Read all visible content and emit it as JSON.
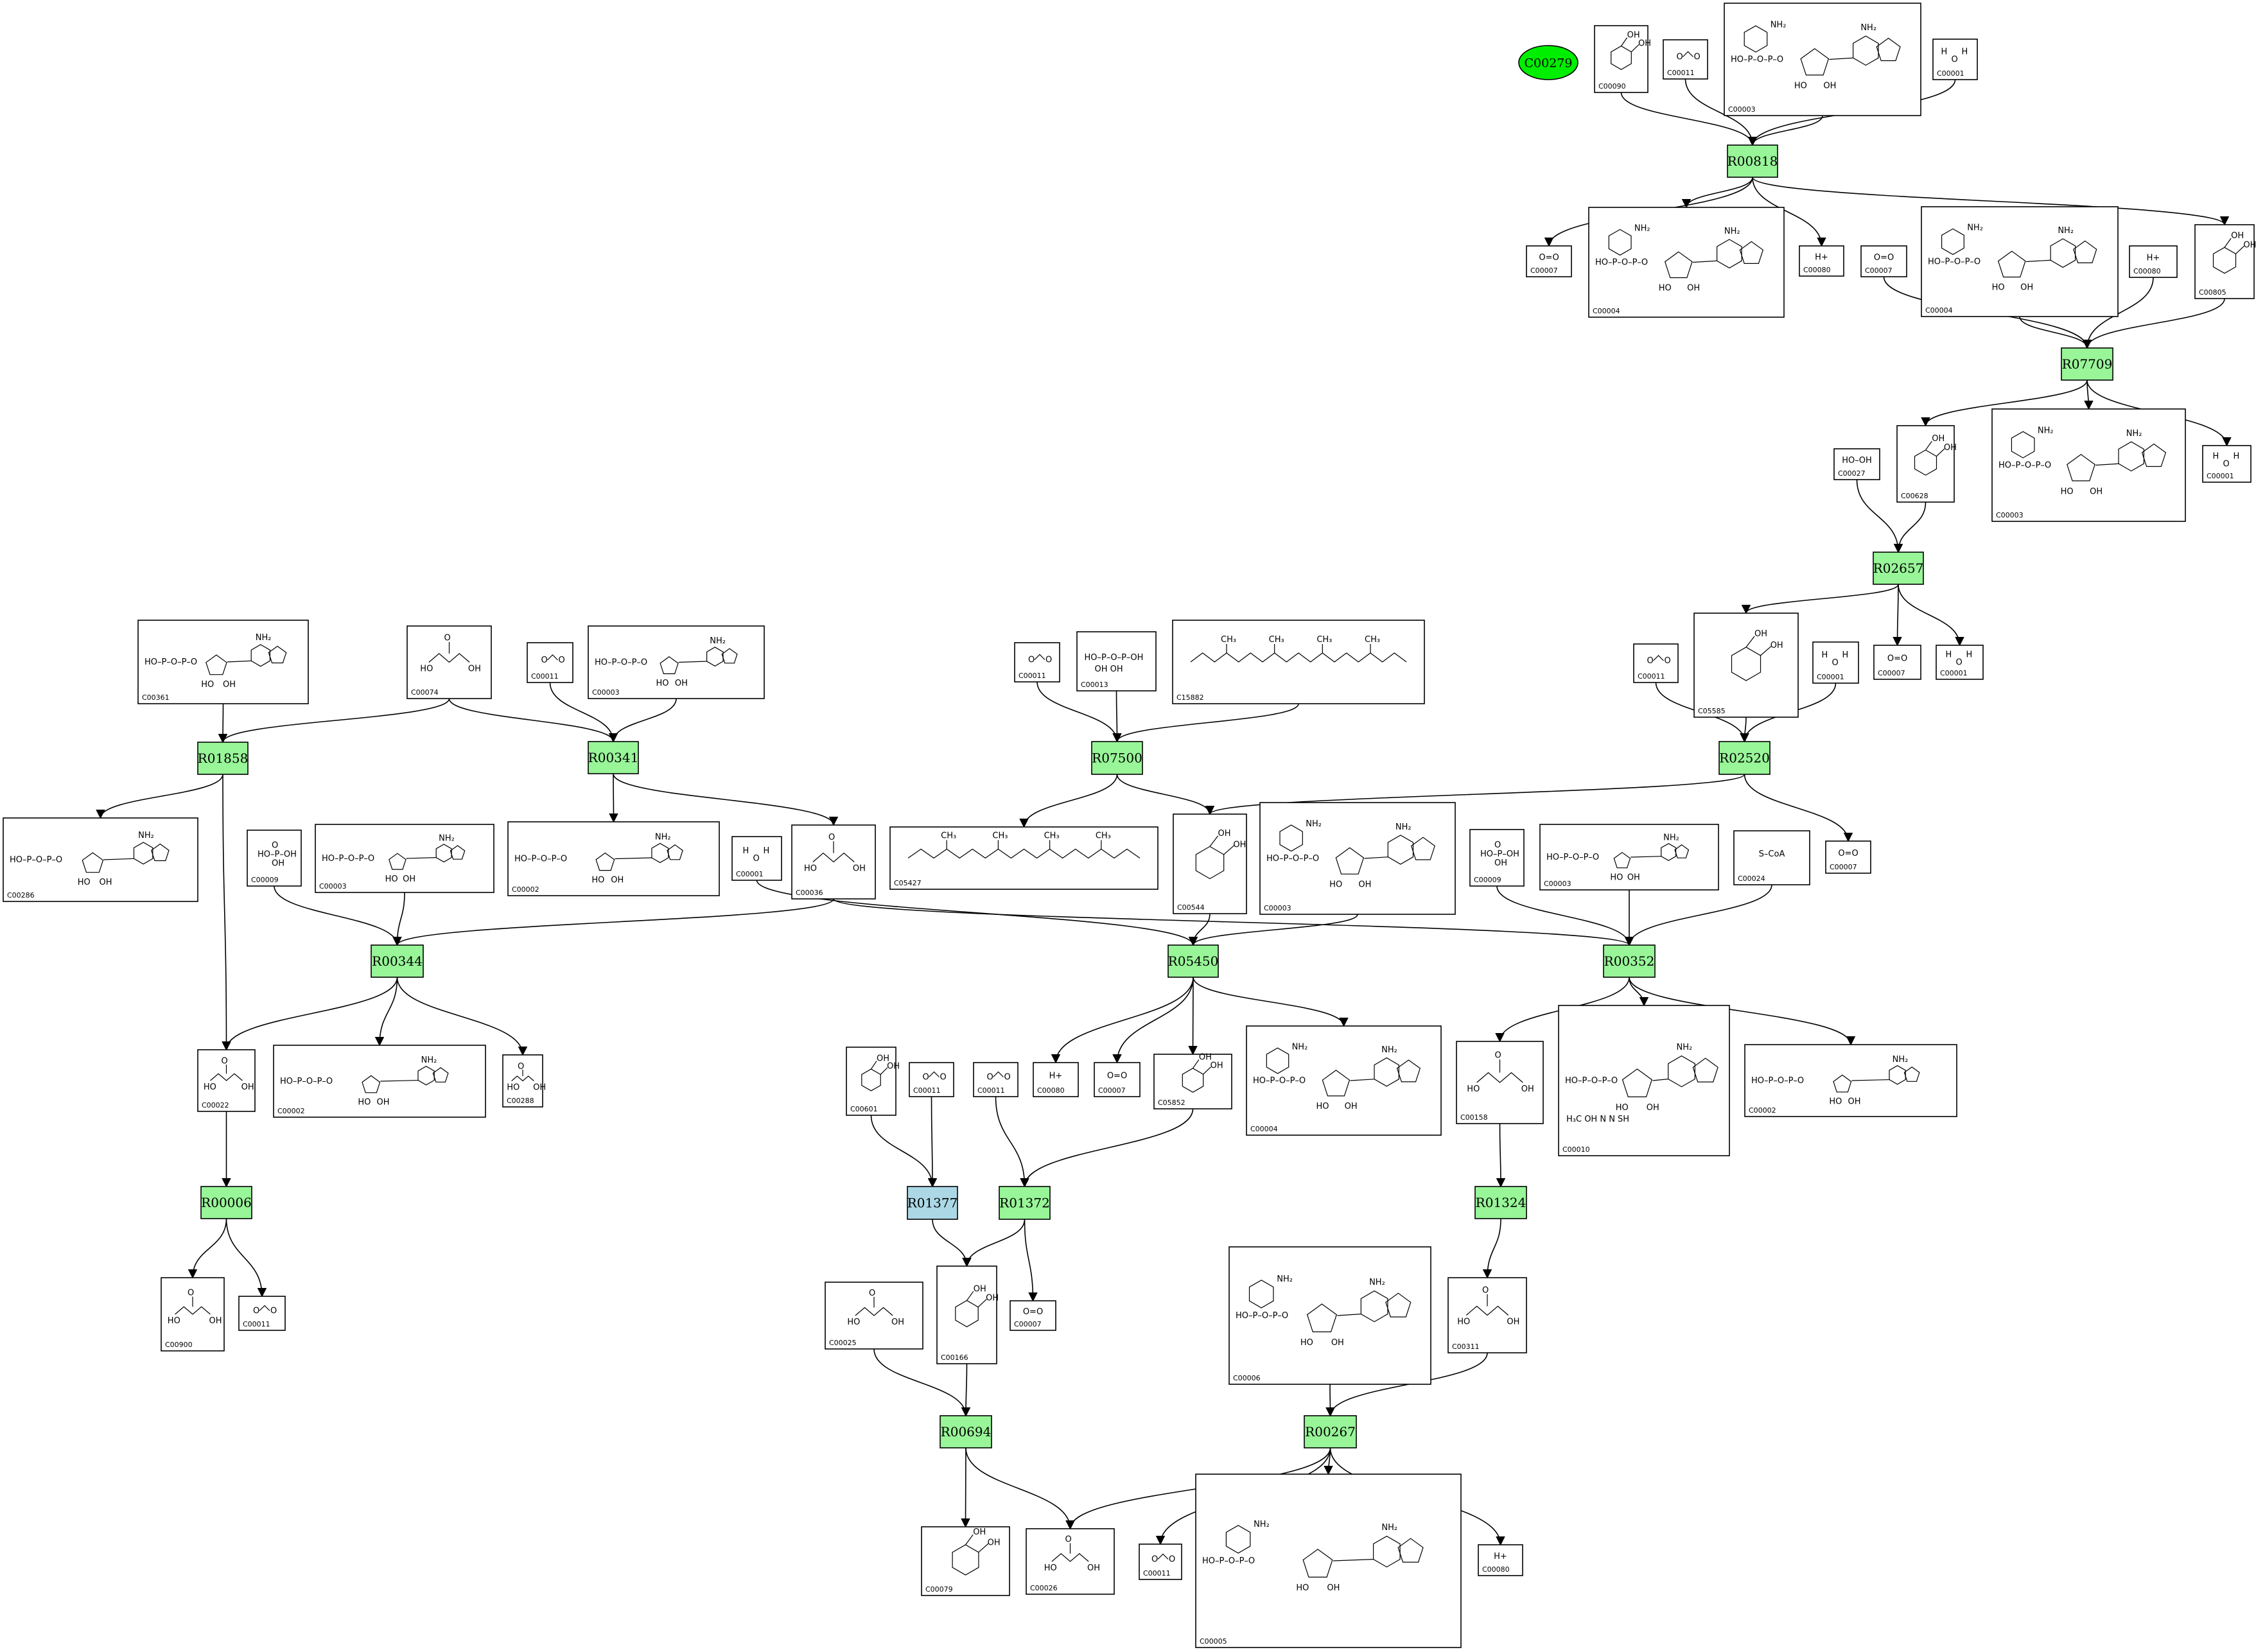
{
  "colors": {
    "reaction": "#98f598",
    "reaction_alt": "#acd8e6",
    "compound_highlight": "#00ee00",
    "stroke": "#000000"
  },
  "highlight": {
    "id": "hl",
    "label": "C00279"
  },
  "reactions": [
    {
      "id": "R00818",
      "label": "R00818",
      "color": "green"
    },
    {
      "id": "R07709",
      "label": "R07709",
      "color": "green"
    },
    {
      "id": "R02657",
      "label": "R02657",
      "color": "green"
    },
    {
      "id": "R02520",
      "label": "R02520",
      "color": "green"
    },
    {
      "id": "R01858",
      "label": "R01858",
      "color": "green"
    },
    {
      "id": "R00341",
      "label": "R00341",
      "color": "green"
    },
    {
      "id": "R07500",
      "label": "R07500",
      "color": "green"
    },
    {
      "id": "R00344",
      "label": "R00344",
      "color": "green"
    },
    {
      "id": "R05450",
      "label": "R05450",
      "color": "green"
    },
    {
      "id": "R00352",
      "label": "R00352",
      "color": "green"
    },
    {
      "id": "R00006",
      "label": "R00006",
      "color": "green"
    },
    {
      "id": "R01377",
      "label": "R01377",
      "color": "blue"
    },
    {
      "id": "R01372",
      "label": "R01372",
      "color": "green"
    },
    {
      "id": "R01324",
      "label": "R01324",
      "color": "green"
    },
    {
      "id": "R00694",
      "label": "R00694",
      "color": "green"
    },
    {
      "id": "R00267",
      "label": "R00267",
      "color": "green"
    }
  ],
  "compounds": [
    {
      "id": "a1",
      "label": "C00090",
      "struct": "catechol",
      "formula": ""
    },
    {
      "id": "a2",
      "label": "C00011",
      "struct": "co2",
      "formula": ""
    },
    {
      "id": "a3",
      "label": "C00003",
      "struct": "nad",
      "formula": ""
    },
    {
      "id": "a4",
      "label": "C00001",
      "struct": "water",
      "formula": ""
    },
    {
      "id": "b1",
      "label": "C00007",
      "struct": "text",
      "formula": "O=O"
    },
    {
      "id": "b2",
      "label": "C00004",
      "struct": "nad",
      "formula": ""
    },
    {
      "id": "b3",
      "label": "C00080",
      "struct": "text",
      "formula": "H+"
    },
    {
      "id": "b4",
      "label": "C00007",
      "struct": "text",
      "formula": "O=O"
    },
    {
      "id": "b5",
      "label": "C00004",
      "struct": "nad",
      "formula": ""
    },
    {
      "id": "b6",
      "label": "C00080",
      "struct": "text",
      "formula": "H+"
    },
    {
      "id": "b7",
      "label": "C00805",
      "struct": "aromatic",
      "formula": ""
    },
    {
      "id": "c1",
      "label": "C00027",
      "struct": "text",
      "formula": "HO–OH"
    },
    {
      "id": "c2",
      "label": "C00628",
      "struct": "aromatic",
      "formula": ""
    },
    {
      "id": "c3",
      "label": "C00003",
      "struct": "nad",
      "formula": ""
    },
    {
      "id": "c4",
      "label": "C00001",
      "struct": "water",
      "formula": ""
    },
    {
      "id": "d1",
      "label": "C00361",
      "struct": "nucleotide",
      "formula": ""
    },
    {
      "id": "d2",
      "label": "C00074",
      "struct": "pep",
      "formula": ""
    },
    {
      "id": "d3",
      "label": "C00011",
      "struct": "co2",
      "formula": ""
    },
    {
      "id": "d4",
      "label": "C00003",
      "struct": "nucleotide",
      "formula": ""
    },
    {
      "id": "d5",
      "label": "C00011",
      "struct": "co2",
      "formula": ""
    },
    {
      "id": "d6",
      "label": "C00013",
      "struct": "pp",
      "formula": ""
    },
    {
      "id": "d7",
      "label": "C15882",
      "struct": "chain",
      "formula": ""
    },
    {
      "id": "e1",
      "label": "C05585",
      "struct": "aromatic",
      "formula": ""
    },
    {
      "id": "e2",
      "label": "C00007",
      "struct": "text",
      "formula": "O=O"
    },
    {
      "id": "e3",
      "label": "C00001",
      "struct": "water",
      "formula": ""
    },
    {
      "id": "f1",
      "label": "C00011",
      "struct": "co2",
      "formula": ""
    },
    {
      "id": "f2",
      "label": "C00001",
      "struct": "water",
      "formula": ""
    },
    {
      "id": "g1",
      "label": "C00286",
      "struct": "nucleotide",
      "formula": ""
    },
    {
      "id": "g2",
      "label": "C00009",
      "struct": "phosphate",
      "formula": ""
    },
    {
      "id": "g3",
      "label": "C00003",
      "struct": "nucleotide",
      "formula": ""
    },
    {
      "id": "g4",
      "label": "C00002",
      "struct": "nucleotide",
      "formula": ""
    },
    {
      "id": "g5",
      "label": "C00001",
      "struct": "water",
      "formula": ""
    },
    {
      "id": "g6",
      "label": "C00036",
      "struct": "small",
      "formula": ""
    },
    {
      "id": "g7",
      "label": "C05427",
      "struct": "chain",
      "formula": ""
    },
    {
      "id": "g8",
      "label": "C00544",
      "struct": "aromatic",
      "formula": ""
    },
    {
      "id": "g9",
      "label": "C00003",
      "struct": "nad",
      "formula": ""
    },
    {
      "id": "g10",
      "label": "C00009",
      "struct": "phosphate",
      "formula": ""
    },
    {
      "id": "g11",
      "label": "C00003",
      "struct": "nucleotide",
      "formula": ""
    },
    {
      "id": "g12",
      "label": "C00024",
      "struct": "text",
      "formula": "S–CoA"
    },
    {
      "id": "g13",
      "label": "C00007",
      "struct": "text",
      "formula": "O=O"
    },
    {
      "id": "h1",
      "label": "C00022",
      "struct": "small",
      "formula": ""
    },
    {
      "id": "h2",
      "label": "C00002",
      "struct": "nucleotide",
      "formula": ""
    },
    {
      "id": "h3",
      "label": "C00288",
      "struct": "small",
      "formula": ""
    },
    {
      "id": "h4",
      "label": "C00080",
      "struct": "text",
      "formula": "H+"
    },
    {
      "id": "h5",
      "label": "C00007",
      "struct": "text",
      "formula": "O=O"
    },
    {
      "id": "h6",
      "label": "C05852",
      "struct": "aromatic",
      "formula": ""
    },
    {
      "id": "h7",
      "label": "C00004",
      "struct": "nad",
      "formula": ""
    },
    {
      "id": "h8",
      "label": "C00158",
      "struct": "small",
      "formula": ""
    },
    {
      "id": "h9",
      "label": "C00010",
      "struct": "coa",
      "formula": ""
    },
    {
      "id": "h10",
      "label": "C00002",
      "struct": "nucleotide",
      "formula": ""
    },
    {
      "id": "i1",
      "label": "C00601",
      "struct": "aromatic",
      "formula": ""
    },
    {
      "id": "i2",
      "label": "C00011",
      "struct": "co2",
      "formula": ""
    },
    {
      "id": "i3",
      "label": "C00011",
      "struct": "co2",
      "formula": ""
    },
    {
      "id": "j1",
      "label": "C00900",
      "struct": "small",
      "formula": ""
    },
    {
      "id": "j2",
      "label": "C00011",
      "struct": "co2",
      "formula": ""
    },
    {
      "id": "j3",
      "label": "C00025",
      "struct": "small",
      "formula": ""
    },
    {
      "id": "j4",
      "label": "C00166",
      "struct": "aromatic",
      "formula": ""
    },
    {
      "id": "j5",
      "label": "C00007",
      "struct": "text",
      "formula": "O=O"
    },
    {
      "id": "j6",
      "label": "C00006",
      "struct": "nad",
      "formula": ""
    },
    {
      "id": "j7",
      "label": "C00311",
      "struct": "small",
      "formula": ""
    },
    {
      "id": "k1",
      "label": "C00079",
      "struct": "aromatic",
      "formula": ""
    },
    {
      "id": "k2",
      "label": "C00026",
      "struct": "small",
      "formula": ""
    },
    {
      "id": "k3",
      "label": "C00011",
      "struct": "co2",
      "formula": ""
    },
    {
      "id": "k4",
      "label": "C00005",
      "struct": "nad",
      "formula": ""
    },
    {
      "id": "k5",
      "label": "C00080",
      "struct": "text",
      "formula": "H+"
    }
  ],
  "edges": [
    [
      "a1",
      "R00818"
    ],
    [
      "a2",
      "R00818"
    ],
    [
      "a3",
      "R00818"
    ],
    [
      "a4",
      "R00818"
    ],
    [
      "R00818",
      "b1"
    ],
    [
      "R00818",
      "b2"
    ],
    [
      "R00818",
      "b3"
    ],
    [
      "R00818",
      "b7"
    ],
    [
      "b4",
      "R07709"
    ],
    [
      "b5",
      "R07709"
    ],
    [
      "b6",
      "R07709"
    ],
    [
      "b7",
      "R07709"
    ],
    [
      "R07709",
      "c2"
    ],
    [
      "R07709",
      "c3"
    ],
    [
      "R07709",
      "c4"
    ],
    [
      "c1",
      "R02657"
    ],
    [
      "c2",
      "R02657"
    ],
    [
      "R02657",
      "e1"
    ],
    [
      "R02657",
      "e2"
    ],
    [
      "R02657",
      "e3"
    ],
    [
      "f1",
      "R02520"
    ],
    [
      "e1",
      "R02520"
    ],
    [
      "f2",
      "R02520"
    ],
    [
      "R02520",
      "g8"
    ],
    [
      "R02520",
      "g13"
    ],
    [
      "d1",
      "R01858"
    ],
    [
      "d2",
      "R01858"
    ],
    [
      "R01858",
      "g1"
    ],
    [
      "R01858",
      "h1"
    ],
    [
      "d2",
      "R00341"
    ],
    [
      "d3",
      "R00341"
    ],
    [
      "d4",
      "R00341"
    ],
    [
      "R00341",
      "g4"
    ],
    [
      "R00341",
      "g6"
    ],
    [
      "d5",
      "R07500"
    ],
    [
      "d6",
      "R07500"
    ],
    [
      "d7",
      "R07500"
    ],
    [
      "R07500",
      "g7"
    ],
    [
      "R07500",
      "g8"
    ],
    [
      "g2",
      "R00344"
    ],
    [
      "g3",
      "R00344"
    ],
    [
      "g6",
      "R00344"
    ],
    [
      "R00344",
      "h1"
    ],
    [
      "R00344",
      "h2"
    ],
    [
      "R00344",
      "h3"
    ],
    [
      "g5",
      "R05450"
    ],
    [
      "g8",
      "R05450"
    ],
    [
      "g9",
      "R05450"
    ],
    [
      "R05450",
      "h4"
    ],
    [
      "R05450",
      "h5"
    ],
    [
      "R05450",
      "h6"
    ],
    [
      "R05450",
      "h7"
    ],
    [
      "g6",
      "R00352"
    ],
    [
      "g10",
      "R00352"
    ],
    [
      "g11",
      "R00352"
    ],
    [
      "g12",
      "R00352"
    ],
    [
      "R00352",
      "h8"
    ],
    [
      "R00352",
      "h9"
    ],
    [
      "R00352",
      "h10"
    ],
    [
      "h1",
      "R00006"
    ],
    [
      "R00006",
      "j1"
    ],
    [
      "R00006",
      "j2"
    ],
    [
      "i1",
      "R01377"
    ],
    [
      "i2",
      "R01377"
    ],
    [
      "R01377",
      "j4"
    ],
    [
      "i3",
      "R01372"
    ],
    [
      "h6",
      "R01372"
    ],
    [
      "R01372",
      "j4"
    ],
    [
      "R01372",
      "j5"
    ],
    [
      "h8",
      "R01324"
    ],
    [
      "R01324",
      "j7"
    ],
    [
      "j3",
      "R00694"
    ],
    [
      "j4",
      "R00694"
    ],
    [
      "R00694",
      "k1"
    ],
    [
      "R00694",
      "k2"
    ],
    [
      "j6",
      "R00267"
    ],
    [
      "j7",
      "R00267"
    ],
    [
      "R00267",
      "k2"
    ],
    [
      "R00267",
      "k3"
    ],
    [
      "R00267",
      "k4"
    ],
    [
      "R00267",
      "k5"
    ]
  ]
}
